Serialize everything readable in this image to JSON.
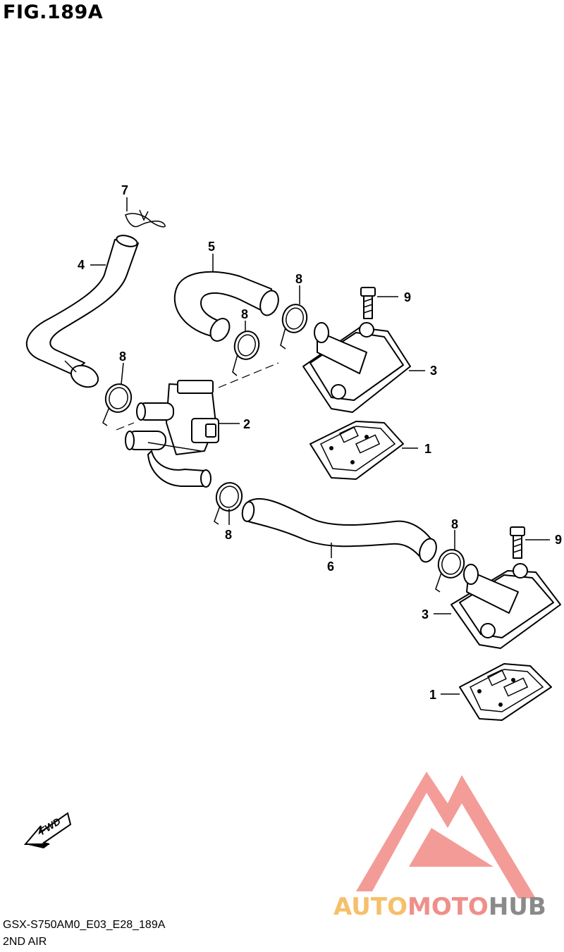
{
  "figure": {
    "title": "FIG.189A",
    "code": "GSX-S750AM0_E03_E28_189A",
    "caption": "2ND AIR",
    "fwd_label": "FWD"
  },
  "callouts": [
    "1",
    "2",
    "3",
    "4",
    "5",
    "6",
    "7",
    "8",
    "9"
  ],
  "watermark": {
    "part_a": "AUTO",
    "part_b": "MOTO",
    "part_c": "HUB",
    "color_a": "#f5c06a",
    "color_b": "#ef8f8a",
    "color_c": "#8a8a8a",
    "logo_color": "#f28b86"
  }
}
